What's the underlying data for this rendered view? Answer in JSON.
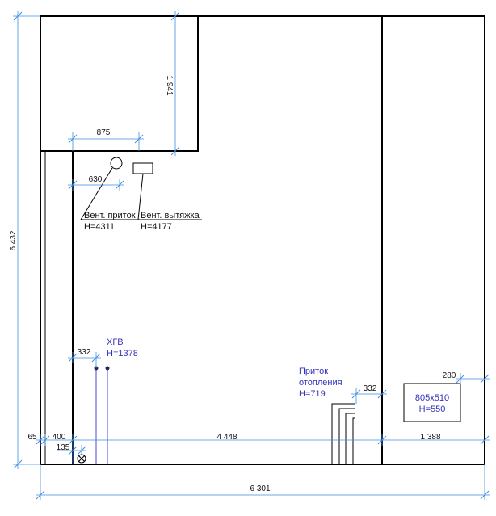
{
  "dimensions": {
    "overall_width": "6 301",
    "overall_height": "6 432",
    "upper_room_height": "1 941",
    "upper_room_width": "875",
    "vent_offset": "630",
    "hgv_offset": "332",
    "heating_offset": "332",
    "right_shaft_offset": "280",
    "bottom_left_small": "65",
    "bottom_left_wall": "400",
    "bottom_left_inner": "135",
    "bottom_middle": "4 448",
    "bottom_right": "1 388"
  },
  "labels": {
    "vent_supply": "Вент. приток",
    "vent_supply_h": "H=4311",
    "vent_exhaust": "Вент. вытяжка",
    "vent_exhaust_h": "H=4177",
    "hgv": "ХГВ",
    "hgv_h": "H=1378",
    "heating_line1": "Приток",
    "heating_line2": "отопления",
    "heating_h": "H=719",
    "duct_size": "805x510",
    "duct_h": "H=550"
  },
  "colors": {
    "dimension_line": "#3f8ee0",
    "pipe_and_annotation": "#3333bb",
    "wall": "#000000"
  }
}
